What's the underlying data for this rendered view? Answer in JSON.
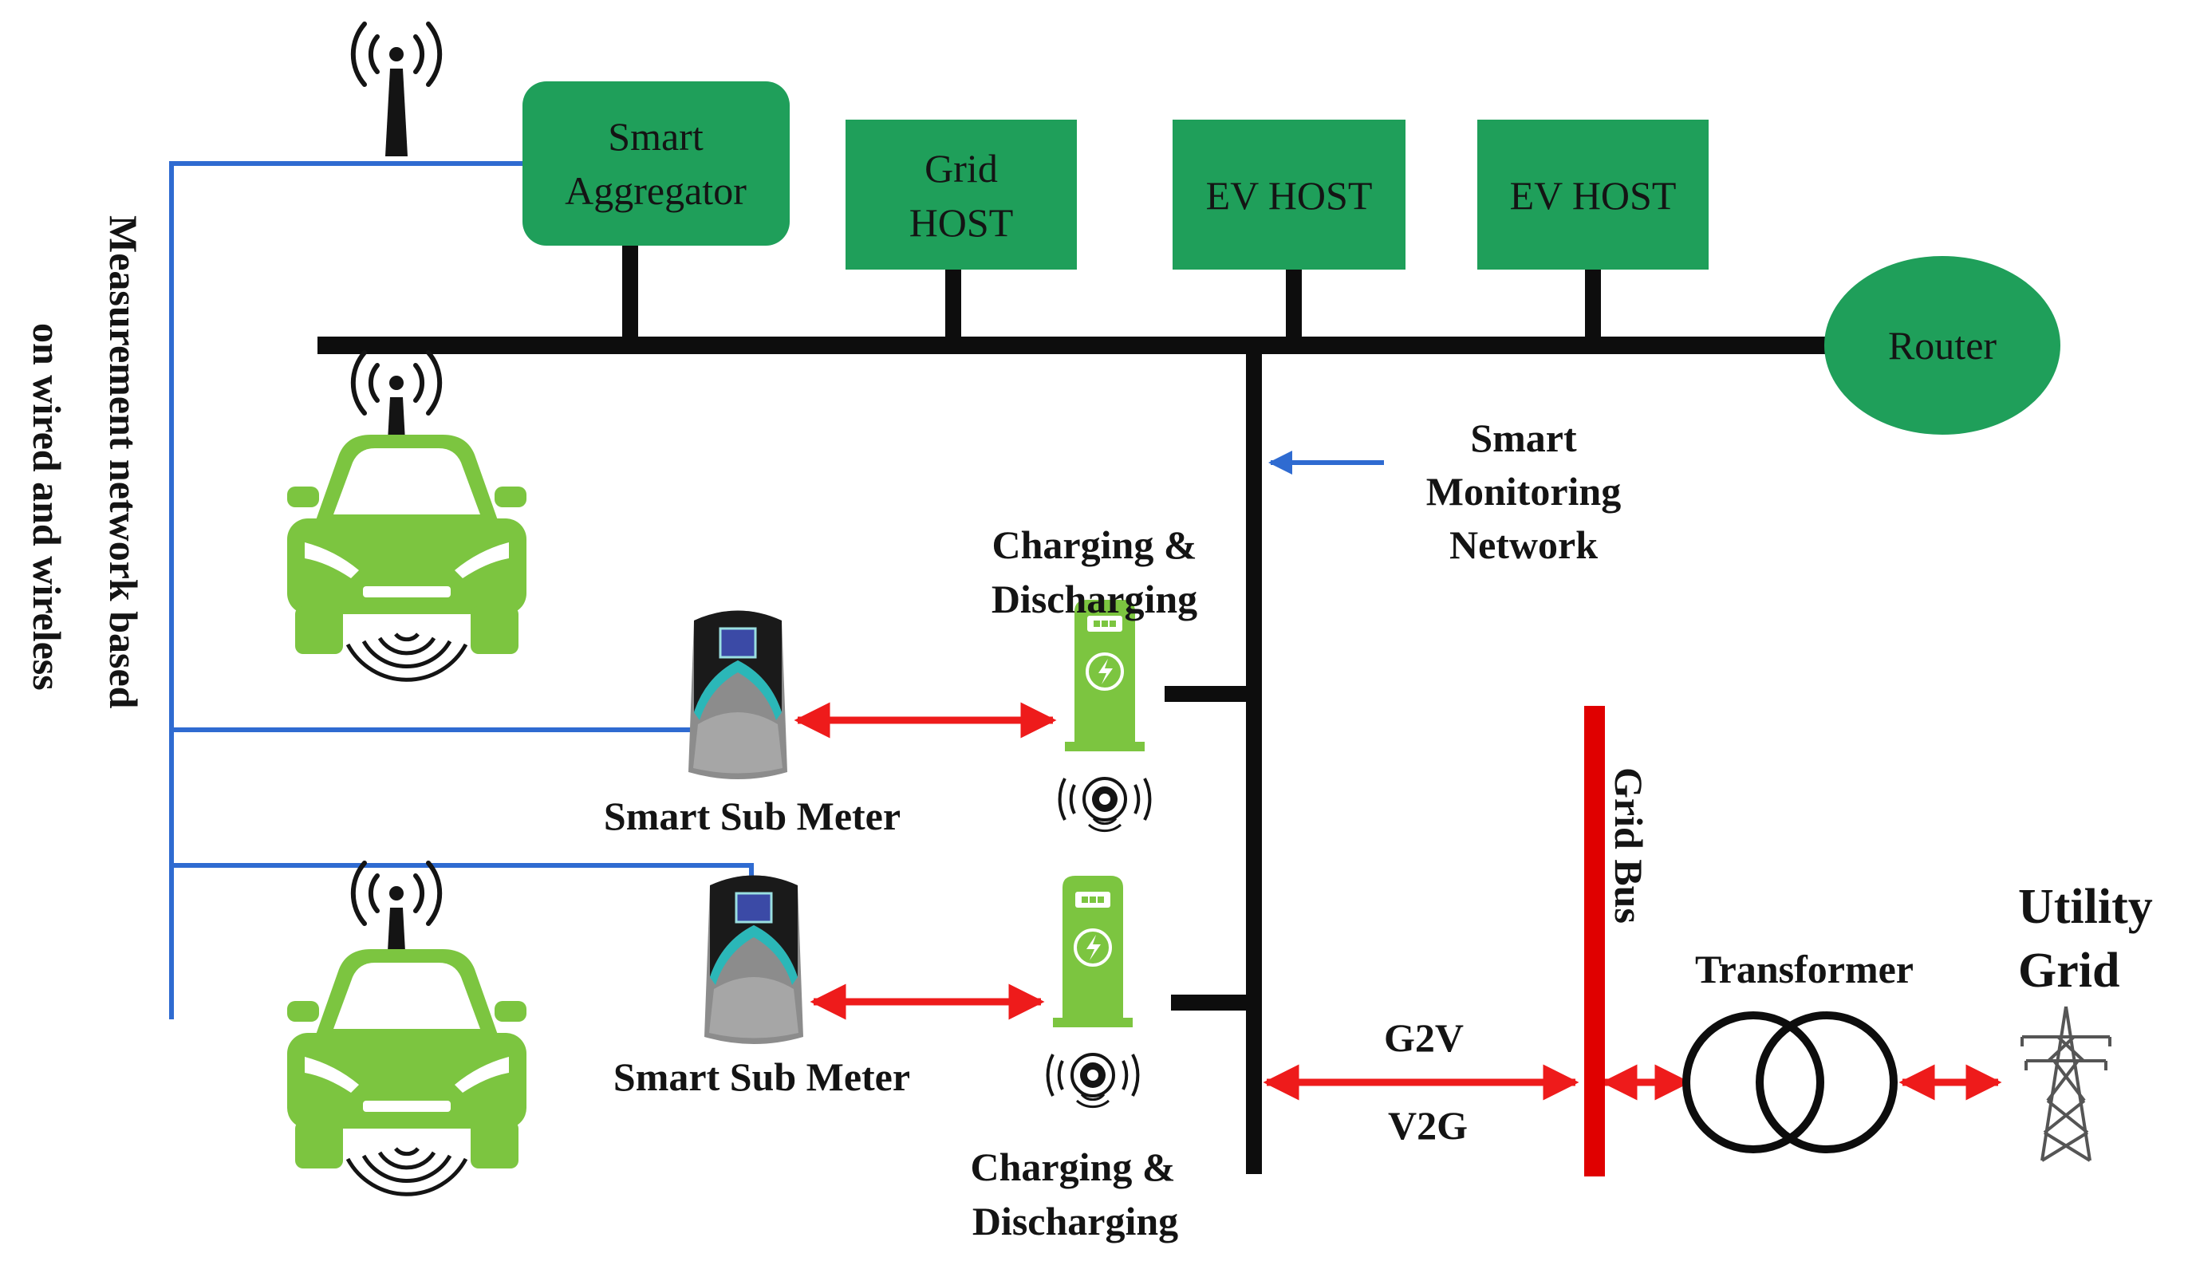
{
  "colors": {
    "box_fill": "#1f9f5a",
    "bus": "#0d0d0d",
    "measurement_line": "#2f6bd1",
    "grid_bus": "#e00000",
    "power_arrow": "#ee1b1b",
    "ev_green": "#7cc540",
    "monitor_arrow": "#2f6bd1"
  },
  "nodes": {
    "smart_aggregator": [
      "Smart",
      "Aggregator"
    ],
    "grid_host": [
      "Grid",
      "HOST"
    ],
    "ev_host_1": "EV HOST",
    "ev_host_2": "EV HOST",
    "router": "Router"
  },
  "labels": {
    "measurement_network": [
      "Measurement network based",
      "on wired and wireless"
    ],
    "smart_monitoring": [
      "Smart",
      "Monitoring",
      "Network"
    ],
    "charging_top": [
      "Charging &",
      "Discharging"
    ],
    "charging_bottom": [
      "Charging &",
      "Discharging"
    ],
    "sub_meter_top": "Smart Sub Meter",
    "sub_meter_bottom": "Smart Sub Meter",
    "grid_bus": "Grid Bus",
    "transformer": "Transformer",
    "utility_grid": [
      "Utility",
      "Grid"
    ],
    "g2v": "G2V",
    "v2g": "V2G"
  },
  "icons": {
    "antenna": "antenna-icon",
    "car": "electric-car-icon",
    "charger": "charging-station-icon",
    "meter": "smart-meter-icon",
    "tower": "transmission-tower-icon",
    "transformer": "transformer-icon"
  }
}
